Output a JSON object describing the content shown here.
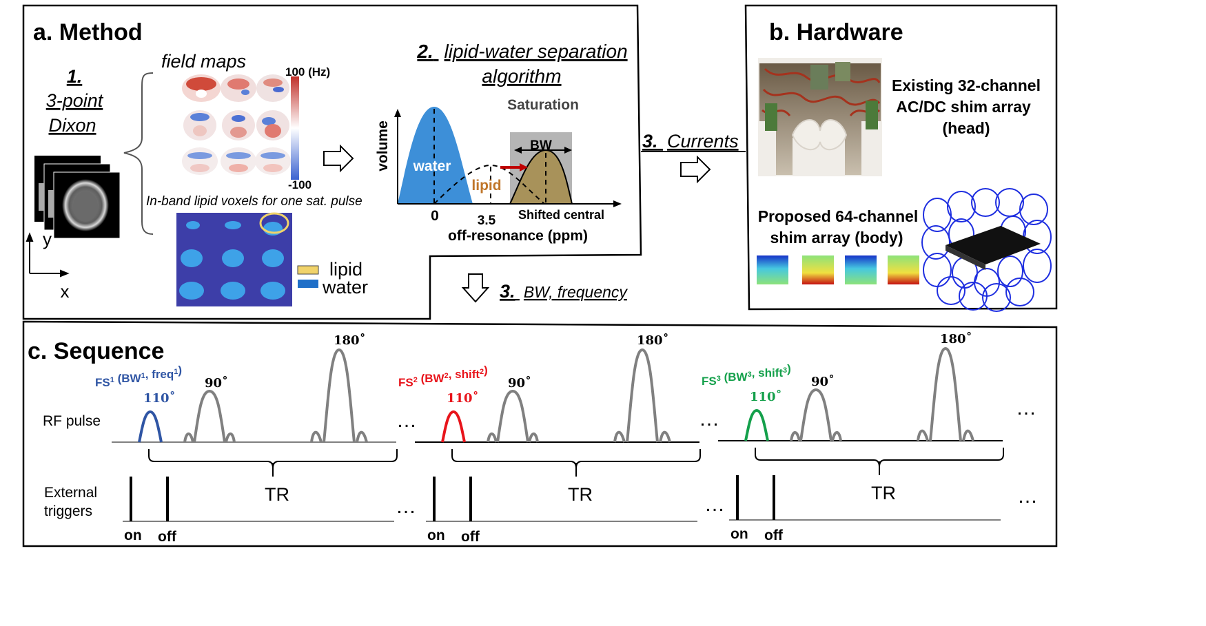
{
  "panel_a": {
    "title": "a. Method",
    "step1_number": "1.",
    "step1_line1": "3-point",
    "step1_line2": "Dixon",
    "axis_y": "y",
    "axis_x": "x",
    "field_maps_label": "field maps",
    "colorbar_max": "100 (Hz)",
    "colorbar_min": "-100",
    "inband_caption": "In-band lipid voxels for one sat. pulse",
    "legend_lipid": "lipid",
    "legend_water": "water",
    "step2_number": "2.",
    "step2_line1": "lipid-water separation",
    "step2_line2": "algorithm",
    "saturation_label": "Saturation",
    "bw_label": "BW",
    "y_axis_label": "volume",
    "water_label": "water",
    "lipid_label": "lipid",
    "tick_0": "0",
    "tick_35": "3.5",
    "shifted_label": "Shifted central",
    "x_axis_label": "off-resonance (ppm)",
    "step3_bw_number": "3.",
    "step3_bw_text": "BW, frequency",
    "step3_cur_number": "3.",
    "step3_cur_text": "Currents"
  },
  "panel_b": {
    "title": "b. Hardware",
    "existing_line1": "Existing 32-channel",
    "existing_line2": "AC/DC shim array",
    "existing_line3": "(head)",
    "proposed_line1": "Proposed 64-channel",
    "proposed_line2": "shim array (body)"
  },
  "panel_c": {
    "title": "c. Sequence",
    "rf_label": "RF pulse",
    "trig_line1": "External",
    "trig_line2": "triggers",
    "ellipsis": "…",
    "groups": [
      {
        "fs_main": "FS",
        "fs_sup": "1",
        "fs_mid": " (BW",
        "bw_sup": "1",
        "fs_sep": ", ",
        "param": "freq",
        "param_sup": "1",
        "fs_end": ")",
        "fs_angle": "110˚",
        "exc_angle": "90˚",
        "ref_angle": "180˚",
        "tr": "TR",
        "on": "on",
        "off": "off",
        "color": "#2f55a4"
      },
      {
        "fs_main": "FS",
        "fs_sup": "2",
        "fs_mid": " (BW",
        "bw_sup": "2",
        "fs_sep": ", ",
        "param": "shift",
        "param_sup": "2",
        "fs_end": ")",
        "fs_angle": "110˚",
        "exc_angle": "90˚",
        "ref_angle": "180˚",
        "tr": "TR",
        "on": "on",
        "off": "off",
        "color": "#e8141b"
      },
      {
        "fs_main": "FS",
        "fs_sup": "3",
        "fs_mid": " (BW",
        "bw_sup": "3",
        "fs_sep": ", ",
        "param": "shift",
        "param_sup": "3",
        "fs_end": ")",
        "fs_angle": "110˚",
        "exc_angle": "90˚",
        "ref_angle": "180˚",
        "tr": "TR",
        "on": "on",
        "off": "off",
        "color": "#14a04b"
      }
    ]
  },
  "colors": {
    "water": "#3d8fd8",
    "lipid_fill": "#a8925a",
    "lipid_text": "#c0762a",
    "saturation_box": "#b5b5b5",
    "arrow_red": "#c00000",
    "mask_bg": "#3d3ea8",
    "mask_water": "#3ea2e8",
    "mask_lipid": "#f1d36a",
    "pulse_gray": "#808080",
    "coil_blue": "#1f2fe0"
  }
}
